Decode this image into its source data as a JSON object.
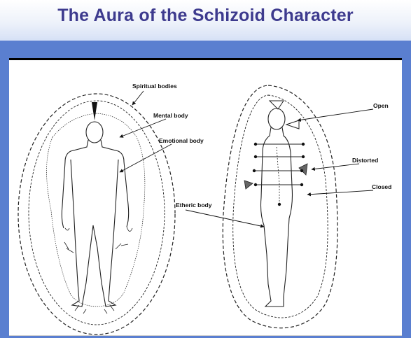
{
  "header": {
    "title": "The Aura of the Schizoid Character"
  },
  "diagram": {
    "labels": {
      "spiritual": "Spiritual bodies",
      "mental": "Mental body",
      "emotional": "Emotional body",
      "etheric": "Etheric body",
      "open": "Open",
      "distorted": "Distorted",
      "closed": "Closed"
    }
  }
}
